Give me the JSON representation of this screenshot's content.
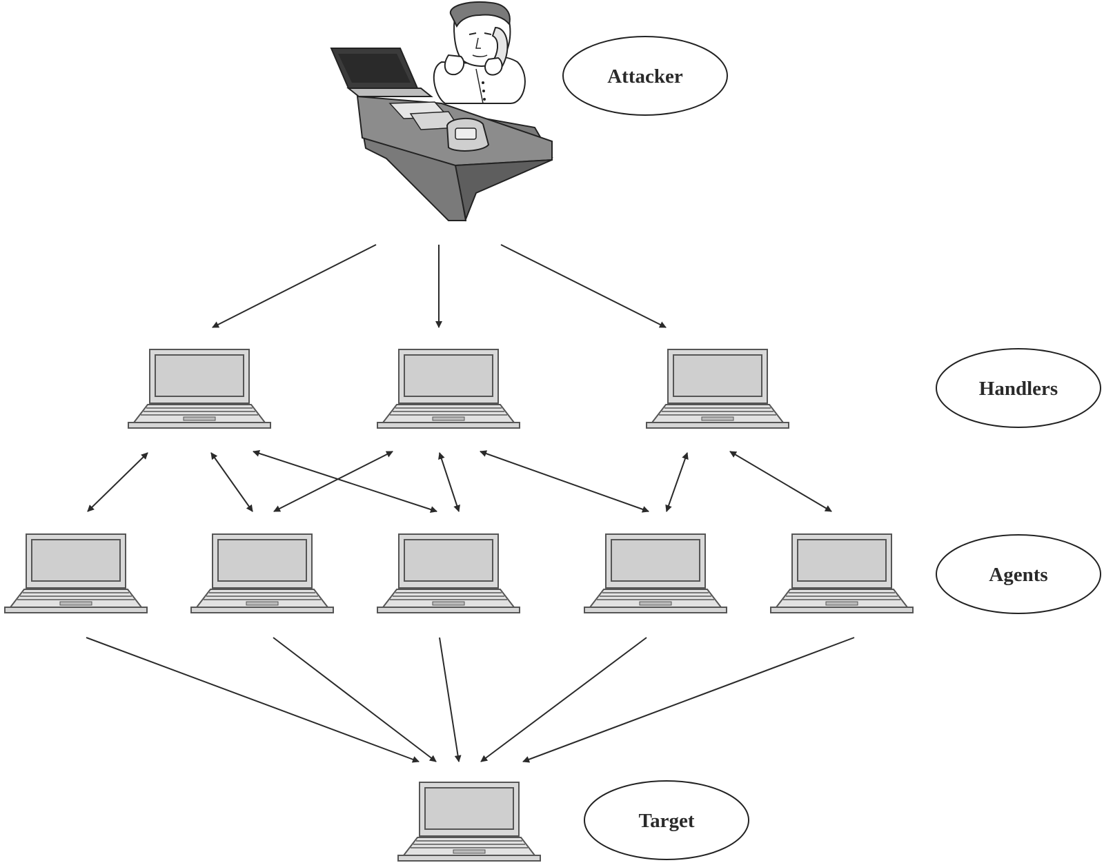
{
  "labels": {
    "attacker": "Attacker",
    "handlers": "Handlers",
    "agents": "Agents",
    "target": "Target"
  },
  "nodes": {
    "attacker": {
      "id": "attacker",
      "kind": "person-at-desk"
    },
    "handlers": [
      {
        "id": "handler-1"
      },
      {
        "id": "handler-2"
      },
      {
        "id": "handler-3"
      }
    ],
    "agents": [
      {
        "id": "agent-1"
      },
      {
        "id": "agent-2"
      },
      {
        "id": "agent-3"
      },
      {
        "id": "agent-4"
      },
      {
        "id": "agent-5"
      }
    ],
    "target": {
      "id": "target"
    }
  },
  "edges": {
    "attacker_to_handlers": [
      {
        "from": "attacker",
        "to": "handler-1"
      },
      {
        "from": "attacker",
        "to": "handler-2"
      },
      {
        "from": "attacker",
        "to": "handler-3"
      }
    ],
    "handler_agent_links": [
      {
        "a": "handler-1",
        "b": "agent-1"
      },
      {
        "a": "handler-1",
        "b": "agent-2"
      },
      {
        "a": "handler-1",
        "b": "agent-3"
      },
      {
        "a": "handler-2",
        "b": "agent-2"
      },
      {
        "a": "handler-2",
        "b": "agent-3"
      },
      {
        "a": "handler-2",
        "b": "agent-4"
      },
      {
        "a": "handler-3",
        "b": "agent-4"
      },
      {
        "a": "handler-3",
        "b": "agent-5"
      }
    ],
    "agents_to_target": [
      {
        "from": "agent-1",
        "to": "target"
      },
      {
        "from": "agent-2",
        "to": "target"
      },
      {
        "from": "agent-3",
        "to": "target"
      },
      {
        "from": "agent-4",
        "to": "target"
      },
      {
        "from": "agent-5",
        "to": "target"
      }
    ]
  },
  "colors": {
    "line": "#2a2a2a",
    "screen_fill": "#d4d4d4",
    "body_fill": "#dcdcdc",
    "outline": "#555555",
    "figure_dark": "#7a7a7a"
  }
}
